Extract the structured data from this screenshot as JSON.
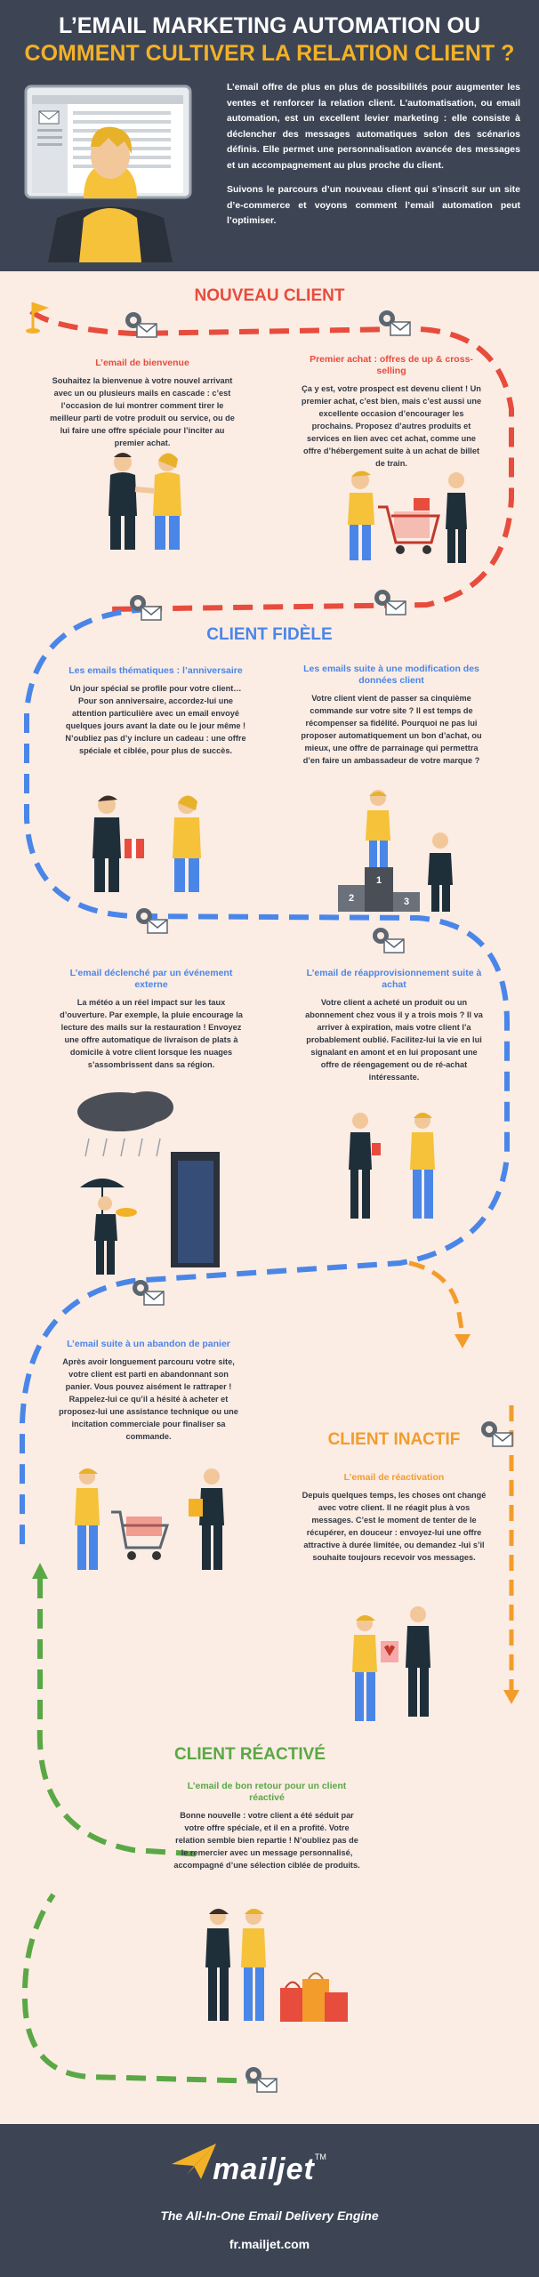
{
  "header": {
    "title_line1": "L’EMAIL MARKETING AUTOMATION OU",
    "title_line2": "COMMENT CULTIVER LA RELATION CLIENT ?",
    "intro_p1": "L’email offre de plus en plus de possibilités pour augmenter les ventes et renforcer la relation client. L’automatisation, ou email automation, est un excellent levier marketing : elle consiste à déclencher des messages automatiques selon des scénarios définis. Elle permet une personnalisation avancée des messages et un accompagnement au plus proche du client.",
    "intro_p2": "Suivons le parcours d’un nouveau client qui s’inscrit sur un site d’e-commerce et voyons comment l’email automation peut l’optimiser."
  },
  "sections": {
    "nouveau": "NOUVEAU CLIENT",
    "fidele": "CLIENT FIDÈLE",
    "inactif": "CLIENT INACTIF",
    "reactive": "CLIENT RÉACTIVÉ"
  },
  "cards": {
    "bienvenue": {
      "title": "L’email de bienvenue",
      "text": "Souhaitez la bienvenue à votre nouvel arrivant avec un ou plusieurs mails en cascade : c’est l’occasion de lui montrer comment tirer le meilleur parti de votre produit ou service, ou de lui faire une offre spéciale pour l’inciter au premier achat."
    },
    "premier_achat": {
      "title": "Premier achat : offres de up & cross-selling",
      "text": "Ça y est, votre prospect est devenu client ! Un premier achat, c’est bien, mais c’est aussi une excellente occasion d’encourager les prochains. Proposez d’autres produits et services en lien avec cet achat, comme une offre d’hébergement suite à un achat de billet de train."
    },
    "thematiques": {
      "title": "Les emails thématiques : l’anniversaire",
      "text": "Un jour spécial se profile pour votre client… Pour son anniversaire, accordez-lui une attention particulière avec un email envoyé quelques jours avant la date ou le jour même ! N’oubliez pas d’y inclure un cadeau : une offre spéciale et ciblée, pour plus de succès."
    },
    "modification": {
      "title": "Les emails suite à une modification des données client",
      "text": "Votre client vient de passer sa cinquième commande sur votre site ? Il est temps de récompenser sa fidélité. Pourquoi ne pas lui proposer automatiquement un bon d’achat, ou mieux, une offre de parrainage qui permettra d’en faire un ambassadeur de votre marque ?"
    },
    "evenement": {
      "title": "L’email déclenché par un événement externe",
      "text": "La météo a un réel impact sur les taux d’ouverture. Par exemple, la pluie encourage la lecture des mails sur la restauration ! Envoyez une offre automatique de livraison de plats à domicile à votre client lorsque les nuages s’assombrissent dans sa région."
    },
    "reappro": {
      "title": "L’email de réapprovisionnement suite à achat",
      "text": "Votre client a acheté un produit ou un abonnement chez vous il y a trois mois ? Il va arriver à expiration, mais votre client l’a probablement oublié. Facilitez-lui la vie en lui signalant en amont et en lui proposant une offre de réengagement ou de ré-achat intéressante."
    },
    "abandon": {
      "title": "L’email suite à un abandon de panier",
      "text": "Après avoir longuement parcouru votre site, votre client est parti en abandonnant son panier. Vous pouvez aisément le rattraper ! Rappelez-lui ce qu’il a hésité à acheter et proposez-lui une assistance technique ou une incitation commerciale pour finaliser sa commande."
    },
    "reactivation": {
      "title": "L’email de réactivation",
      "text": "Depuis quelques temps, les choses ont changé avec votre client. Il ne réagit plus à vos messages. C’est le moment de tenter de le récupérer, en douceur : envoyez-lui une offre attractive à durée limitée, ou demandez -lui s’il souhaite toujours recevoir vos messages."
    },
    "retour": {
      "title": "L’email de bon retour pour un client réactivé",
      "text": "Bonne nouvelle : votre client a été séduit par votre offre spéciale, et il en a profité. Votre relation semble bien repartie ! N’oubliez pas de le remercier avec un message personnalisé, accompagné d’une sélection ciblée de produits."
    }
  },
  "podium": {
    "first": "1",
    "second": "2",
    "third": "3"
  },
  "footer": {
    "brand": "mailjet",
    "tm": "TM",
    "tagline": "The All-In-One Email Delivery Engine",
    "url": "fr.mailjet.com"
  },
  "colors": {
    "header_bg": "#3d4555",
    "page_bg": "#fbece4",
    "red": "#e74c3c",
    "blue": "#4a86e8",
    "orange": "#f39c2b",
    "green": "#5aa845",
    "title_yellow": "#f3b127"
  },
  "icons": [
    "gear-envelope-icon",
    "flag-icon",
    "mailjet-logo",
    "laptop-illustration"
  ]
}
